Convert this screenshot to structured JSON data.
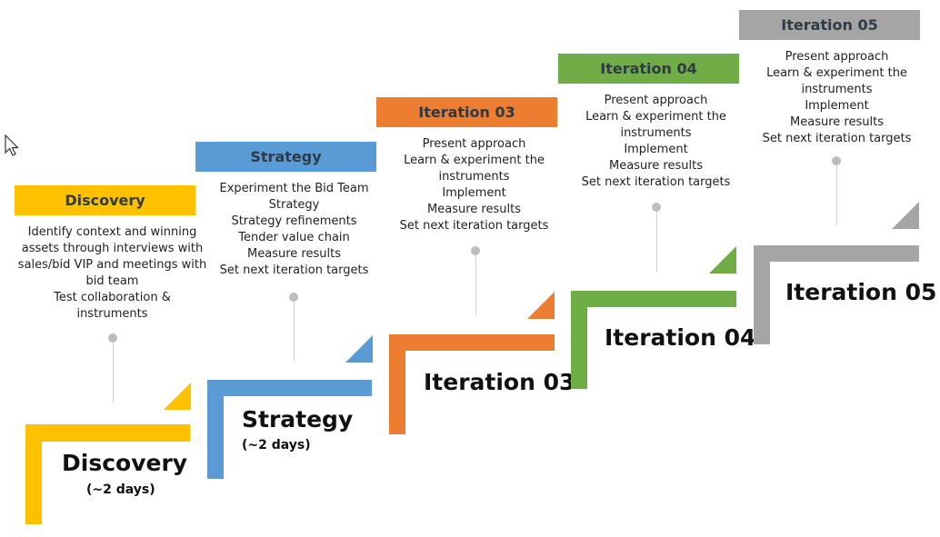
{
  "colors": {
    "discovery": "#FFC000",
    "strategy": "#5B9BD5",
    "iteration03": "#ED7D31",
    "iteration04": "#70AD47",
    "iteration05": "#A5A5A5"
  },
  "stages": [
    {
      "header": "Discovery",
      "details": [
        "Identify context and winning",
        "assets  through interviews with",
        "sales/bid VIP and meetings with",
        "bid team",
        "Test collaboration &",
        "instruments"
      ],
      "title": "Discovery",
      "subtitle": "(~2 days)"
    },
    {
      "header": "Strategy",
      "details": [
        "Experiment the Bid Team",
        "Strategy",
        "Strategy refinements",
        "Tender value chain",
        "Measure results",
        "Set next iteration targets"
      ],
      "title": "Strategy",
      "subtitle": "(~2 days)"
    },
    {
      "header": "Iteration 03",
      "details": [
        "Present approach",
        "Learn & experiment the",
        "instruments",
        "Implement",
        "Measure results",
        "Set next iteration targets"
      ],
      "title": "Iteration 03"
    },
    {
      "header": "Iteration 04",
      "details": [
        "Present approach",
        "Learn & experiment the",
        "instruments",
        "Implement",
        "Measure results",
        "Set next iteration targets"
      ],
      "title": "Iteration 04"
    },
    {
      "header": "Iteration 05",
      "details": [
        "Present approach",
        "Learn & experiment the",
        "instruments",
        "Implement",
        "Measure results",
        "Set next iteration targets"
      ],
      "title": "Iteration 05"
    }
  ]
}
